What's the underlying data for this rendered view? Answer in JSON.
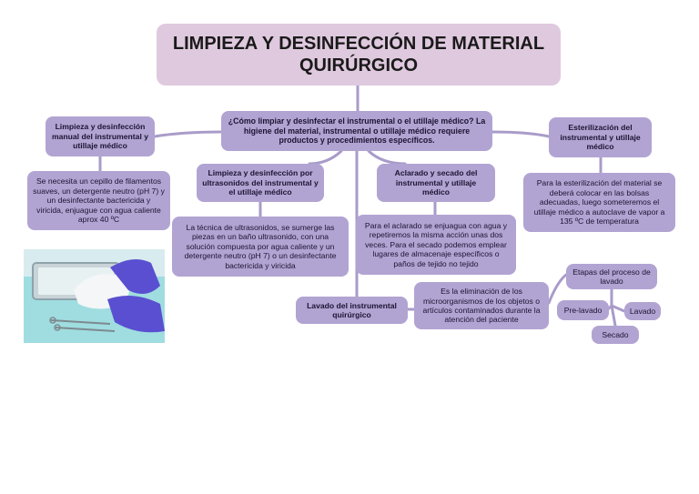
{
  "title": "LIMPIEZA Y DESINFECCIÓN DE MATERIAL QUIRÚRGICO",
  "central_question": "¿Cómo limpiar y desinfectar el instrumental o el utillaje médico? La higiene del material, instrumental o utillaje médico requiere productos y procedimientos específicos.",
  "manual": {
    "label": "Limpieza y desinfección manual del instrumental y utillaje médico",
    "text": "Se necesita un cepillo de filamentos suaves, un detergente neutro (pH 7) y un desinfectante bactericida y viricida, enjuague con agua caliente aprox 40 ºC"
  },
  "ultrasonic": {
    "label": "Limpieza y desinfección por ultrasonidos del instrumental y el utillaje médico",
    "text": "La técnica de ultrasonidos, se sumerge las piezas en un baño ultrasonido, con una solución compuesta por agua caliente y un detergente neutro (pH 7) o un desinfectante bactericida y viricida"
  },
  "rinse_dry": {
    "label": "Aclarado y secado del instrumental y utillaje médico",
    "text": "Para el aclarado se enjuagua con agua y repetiremos la misma acción unas dos veces. Para el secado podemos emplear lugares de almacenaje específicos o paños de tejido no tejido"
  },
  "sterilization": {
    "label": "Esterilización del instrumental y utillaje médico",
    "text": "Para la esterilización del material se deberá colocar en las bolsas adecuadas, luego someteremos el utillaje médico a autoclave de vapor a 135 ºC de temperatura"
  },
  "washing": {
    "label": "Lavado del instrumental quirúrgico",
    "text": "Es la eliminación de los microorganismos de los objetos o artículos contaminados durante la atención del paciente"
  },
  "stages": {
    "label": "Etapas del proceso de lavado",
    "items": [
      "Pre-lavado",
      "Lavado",
      "Secado"
    ]
  },
  "colors": {
    "node": "#b1a4d2",
    "title": "#dfc9de",
    "connector": "#a99bc9",
    "photo_background": "#7fd3d8",
    "glove": "#5a4fd1"
  }
}
